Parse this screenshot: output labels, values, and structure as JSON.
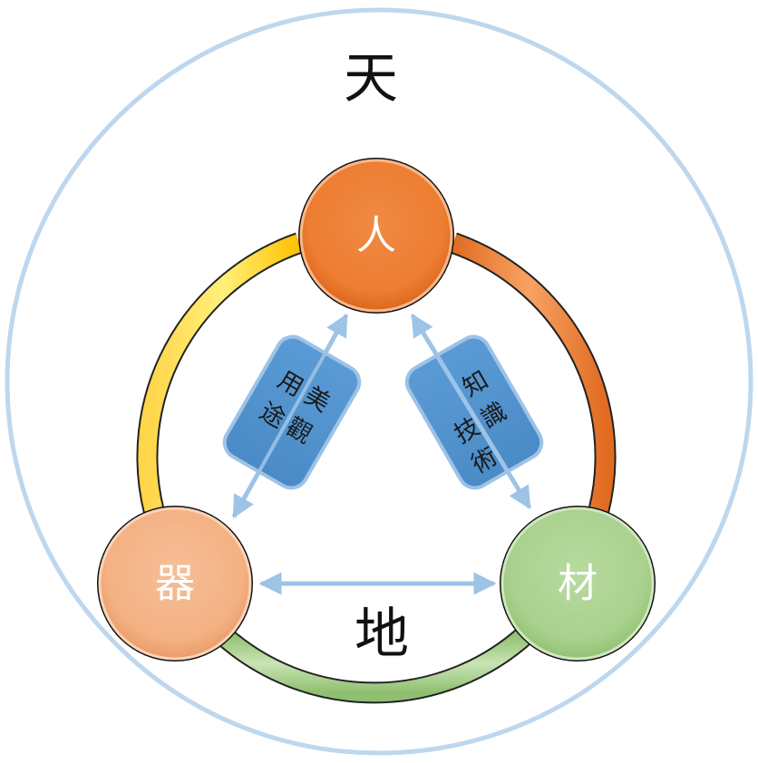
{
  "labels": {
    "heaven": "天",
    "earth": "地"
  },
  "nodes": {
    "person": {
      "label": "人",
      "color": "#ED7D31"
    },
    "vessel": {
      "label": "器",
      "color": "#F4B183"
    },
    "material": {
      "label": "材",
      "color": "#A9D18E"
    }
  },
  "boxes": {
    "left": {
      "chars": [
        "用",
        "美",
        "途",
        "觀"
      ],
      "color": "#5B9BD5"
    },
    "right": {
      "chars": [
        "技",
        "知",
        "術",
        "識"
      ],
      "color": "#5B9BD5"
    }
  },
  "colors": {
    "outer_ring": "#BDD7EE",
    "arc_left": "#FFC000",
    "arc_right": "#ED7D31",
    "arc_bottom": "#A9D18E",
    "arrow": "#9DC3E6"
  }
}
